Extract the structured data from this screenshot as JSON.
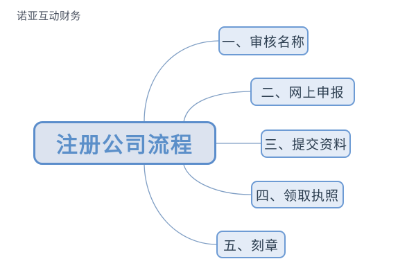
{
  "watermark": {
    "text": "诺亚互动财务"
  },
  "diagram": {
    "type": "mind-map",
    "background_color": "#ffffff",
    "central_node": {
      "label": "注册公司流程",
      "fill_color": "#dce3ef",
      "border_color": "#5b8dcb",
      "text_color": "#5b8fc9"
    },
    "branch_style": {
      "fill_color": "#e4ecf7",
      "border_color": "#6d9bd4",
      "text_color": "#2c3e50",
      "connector_color": "#7f9ec4"
    },
    "branches": [
      {
        "index": "1",
        "label": "一、审核名称",
        "connector": "curve"
      },
      {
        "index": "2",
        "label": "二、网上申报",
        "connector": "curve"
      },
      {
        "index": "3",
        "label": "三、提交资料",
        "connector": "straight"
      },
      {
        "index": "4",
        "label": "四、领取执照",
        "connector": "curve"
      },
      {
        "index": "5",
        "label": "五、刻章",
        "connector": "curve"
      }
    ]
  }
}
